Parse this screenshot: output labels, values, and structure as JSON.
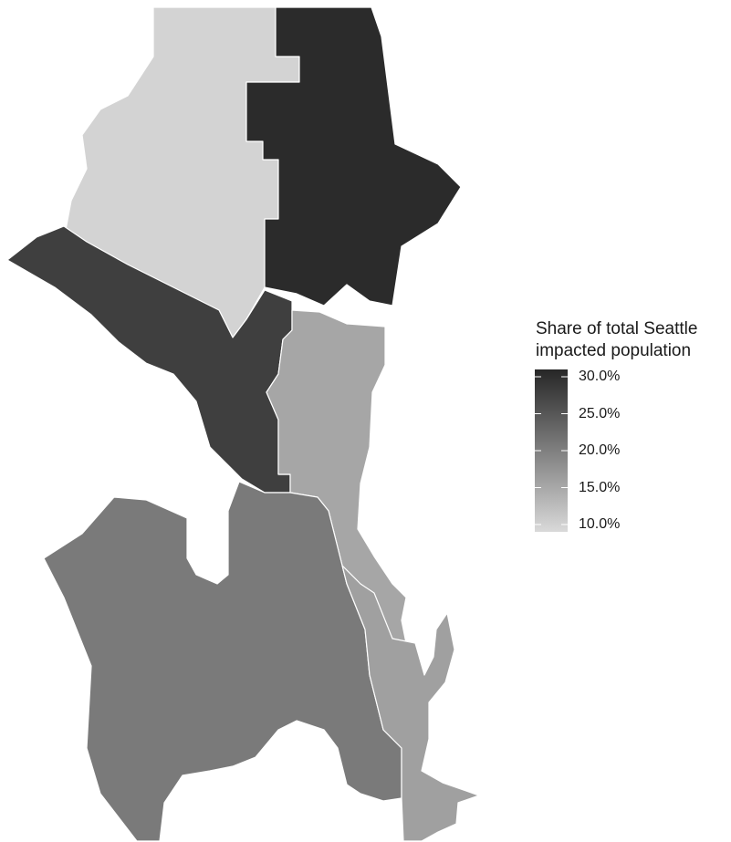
{
  "legend": {
    "title_line1": "Share of total Seattle",
    "title_line2": "impacted population",
    "min": 10.0,
    "max": 30.0,
    "ticks": [
      {
        "value": 30.0,
        "label": "30.0%"
      },
      {
        "value": 25.0,
        "label": "25.0%"
      },
      {
        "value": 20.0,
        "label": "20.0%"
      },
      {
        "value": 15.0,
        "label": "15.0%"
      },
      {
        "value": 10.0,
        "label": "10.0%"
      }
    ],
    "color_low": "#d9d9d9",
    "color_high": "#262626"
  },
  "regions": [
    {
      "id": "northwest",
      "share": 12,
      "color": "#d3d3d3"
    },
    {
      "id": "northeast",
      "share": 30,
      "color": "#2b2b2b"
    },
    {
      "id": "central-west",
      "share": 25,
      "color": "#3f3f3f"
    },
    {
      "id": "central-east",
      "share": 15,
      "color": "#a6a6a6"
    },
    {
      "id": "southwest",
      "share": 20,
      "color": "#7a7a7a"
    },
    {
      "id": "southeast",
      "share": 16,
      "color": "#a0a0a0"
    }
  ]
}
